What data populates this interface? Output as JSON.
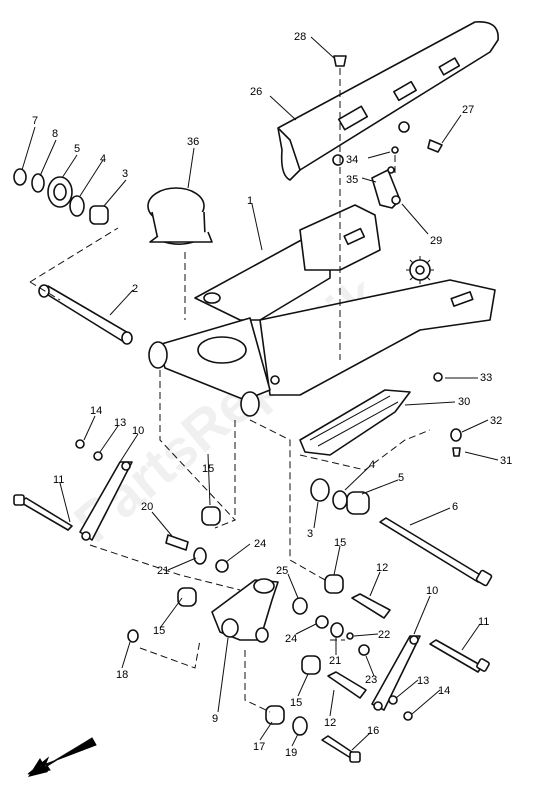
{
  "watermark": "PartsRepublik",
  "callouts": {
    "c28": "28",
    "c26": "26",
    "c27": "27",
    "c7": "7",
    "c8": "8",
    "c5a": "5",
    "c4a": "4",
    "c3a": "3",
    "c36": "36",
    "c1": "1",
    "c34": "34",
    "c35": "35",
    "c29": "29",
    "c2": "2",
    "c33": "33",
    "c30": "30",
    "c32": "32",
    "c31": "31",
    "c14a": "14",
    "c13a": "13",
    "c10a": "10",
    "c11a": "11",
    "c15a": "15",
    "c20": "20",
    "c24a": "24",
    "c21a": "21",
    "c4b": "4",
    "c5b": "5",
    "c3b": "3",
    "c6": "6",
    "c15b": "15",
    "c12a": "12",
    "c25": "25",
    "c10b": "10",
    "c11b": "11",
    "c15c": "15",
    "c18": "18",
    "c24b": "24",
    "c21b": "21",
    "c22": "22",
    "c23": "23",
    "c13b": "13",
    "c14b": "14",
    "c9": "9",
    "c15d": "15",
    "c12b": "12",
    "c16": "16",
    "c17": "17",
    "c19": "19"
  }
}
